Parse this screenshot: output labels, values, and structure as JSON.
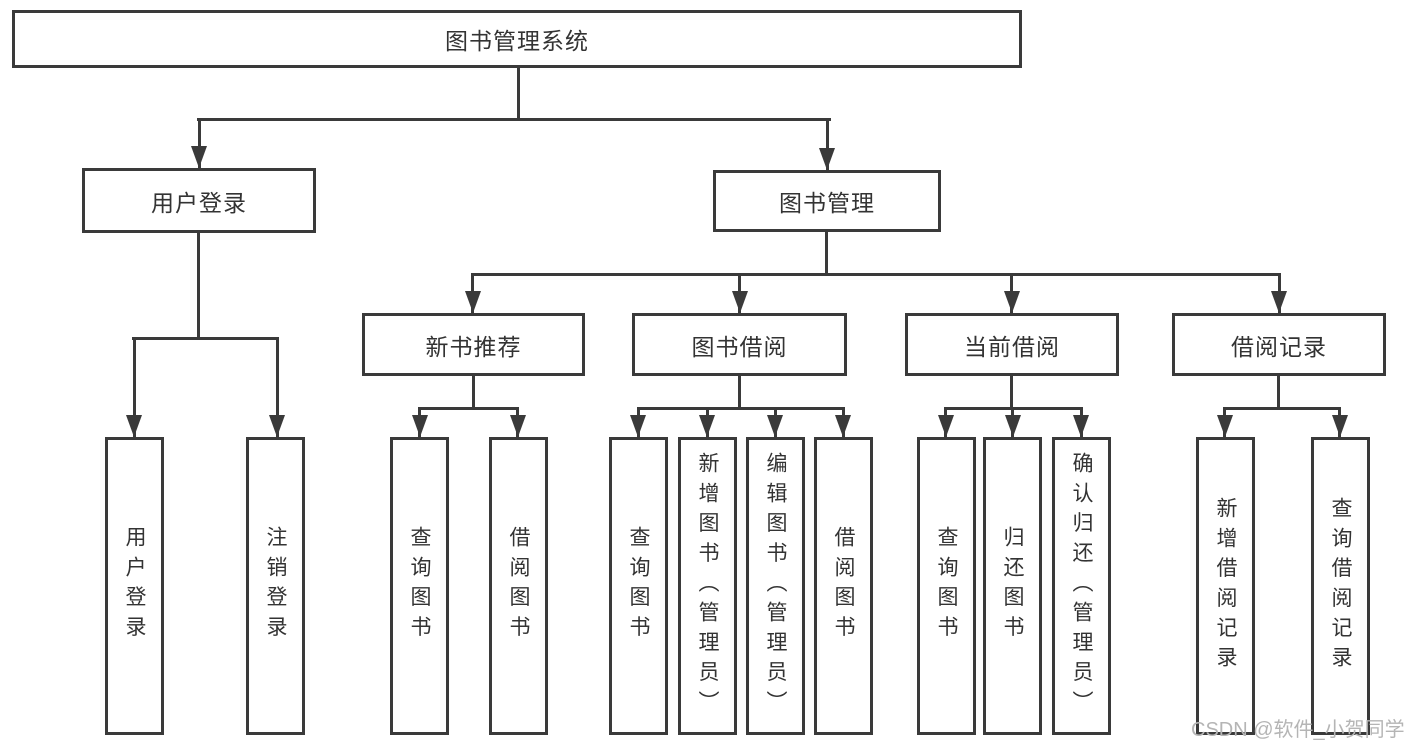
{
  "root": {
    "label": "图书管理系统"
  },
  "branches": {
    "login": {
      "label": "用户登录",
      "leaves": [
        "用户登录",
        "注销登录"
      ]
    },
    "manage": {
      "label": "图书管理"
    },
    "recommend": {
      "label": "新书推荐",
      "leaves": [
        "查询图书",
        "借阅图书"
      ]
    },
    "borrow": {
      "label": "图书借阅",
      "leaves": [
        "查询图书",
        "新增图书（管理员）",
        "编辑图书（管理员）",
        "借阅图书"
      ]
    },
    "current": {
      "label": "当前借阅",
      "leaves": [
        "查询图书",
        "归还图书",
        "确认归还（管理员）"
      ]
    },
    "records": {
      "label": "借阅记录",
      "leaves": [
        "新增借阅记录",
        "查询借阅记录"
      ]
    }
  },
  "watermark": "CSDN @软件_小贺同学",
  "colors": {
    "line": "#3a3a3a",
    "text": "#333333",
    "watermark": "#b5b5b5",
    "background": "#ffffff"
  }
}
